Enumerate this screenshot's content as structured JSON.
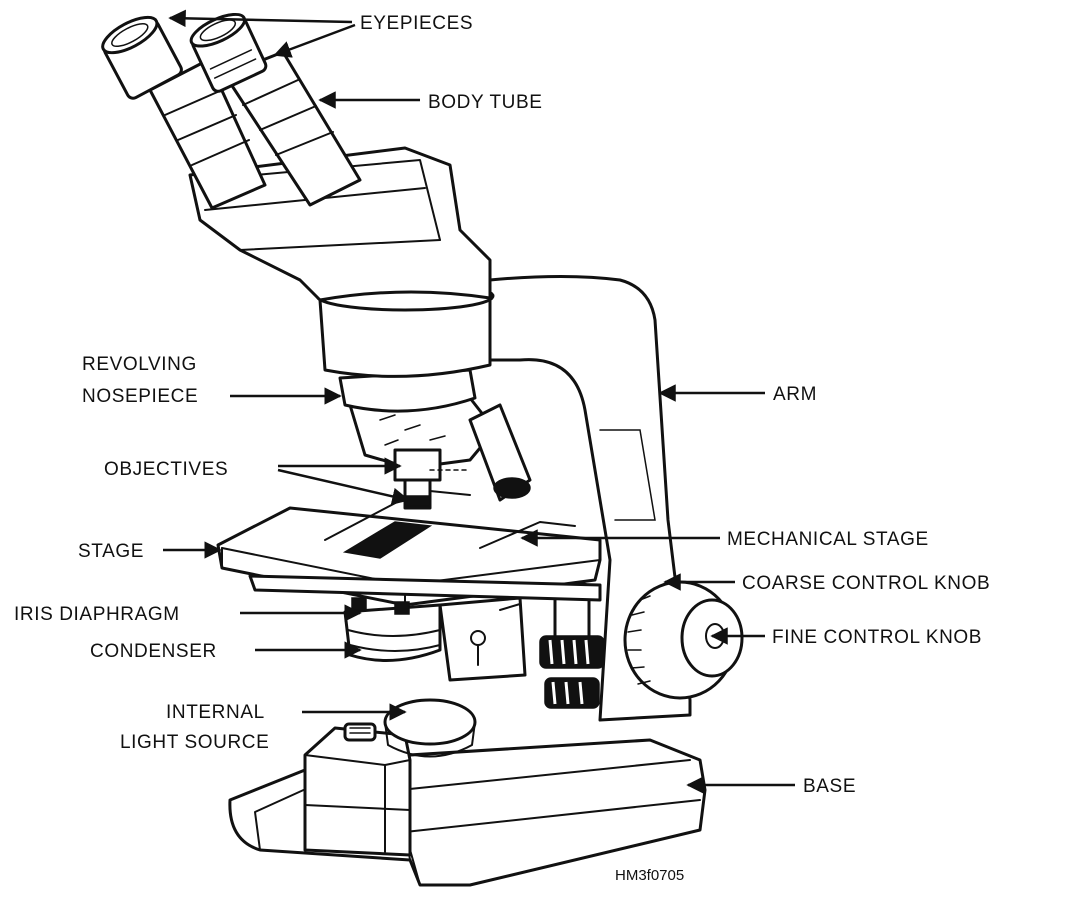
{
  "labels": {
    "eyepieces": "EYEPIECES",
    "body_tube": "BODY TUBE",
    "revolving_nosepiece_line1": "REVOLVING",
    "revolving_nosepiece_line2": "NOSEPIECE",
    "arm": "ARM",
    "objectives": "OBJECTIVES",
    "mechanical_stage": "MECHANICAL  STAGE",
    "stage": "STAGE",
    "coarse_control_knob": "COARSE  CONTROL  KNOB",
    "iris_diaphragm": "IRIS  DIAPHRAGM",
    "fine_control_knob": "FINE  CONTROL  KNOB",
    "condenser": "CONDENSER",
    "internal_light_source_line1": "INTERNAL",
    "internal_light_source_line2": "LIGHT  SOURCE",
    "base": "BASE"
  },
  "figure_code": "HM3f0705",
  "colors": {
    "ink": "#111111",
    "paper": "#ffffff"
  }
}
